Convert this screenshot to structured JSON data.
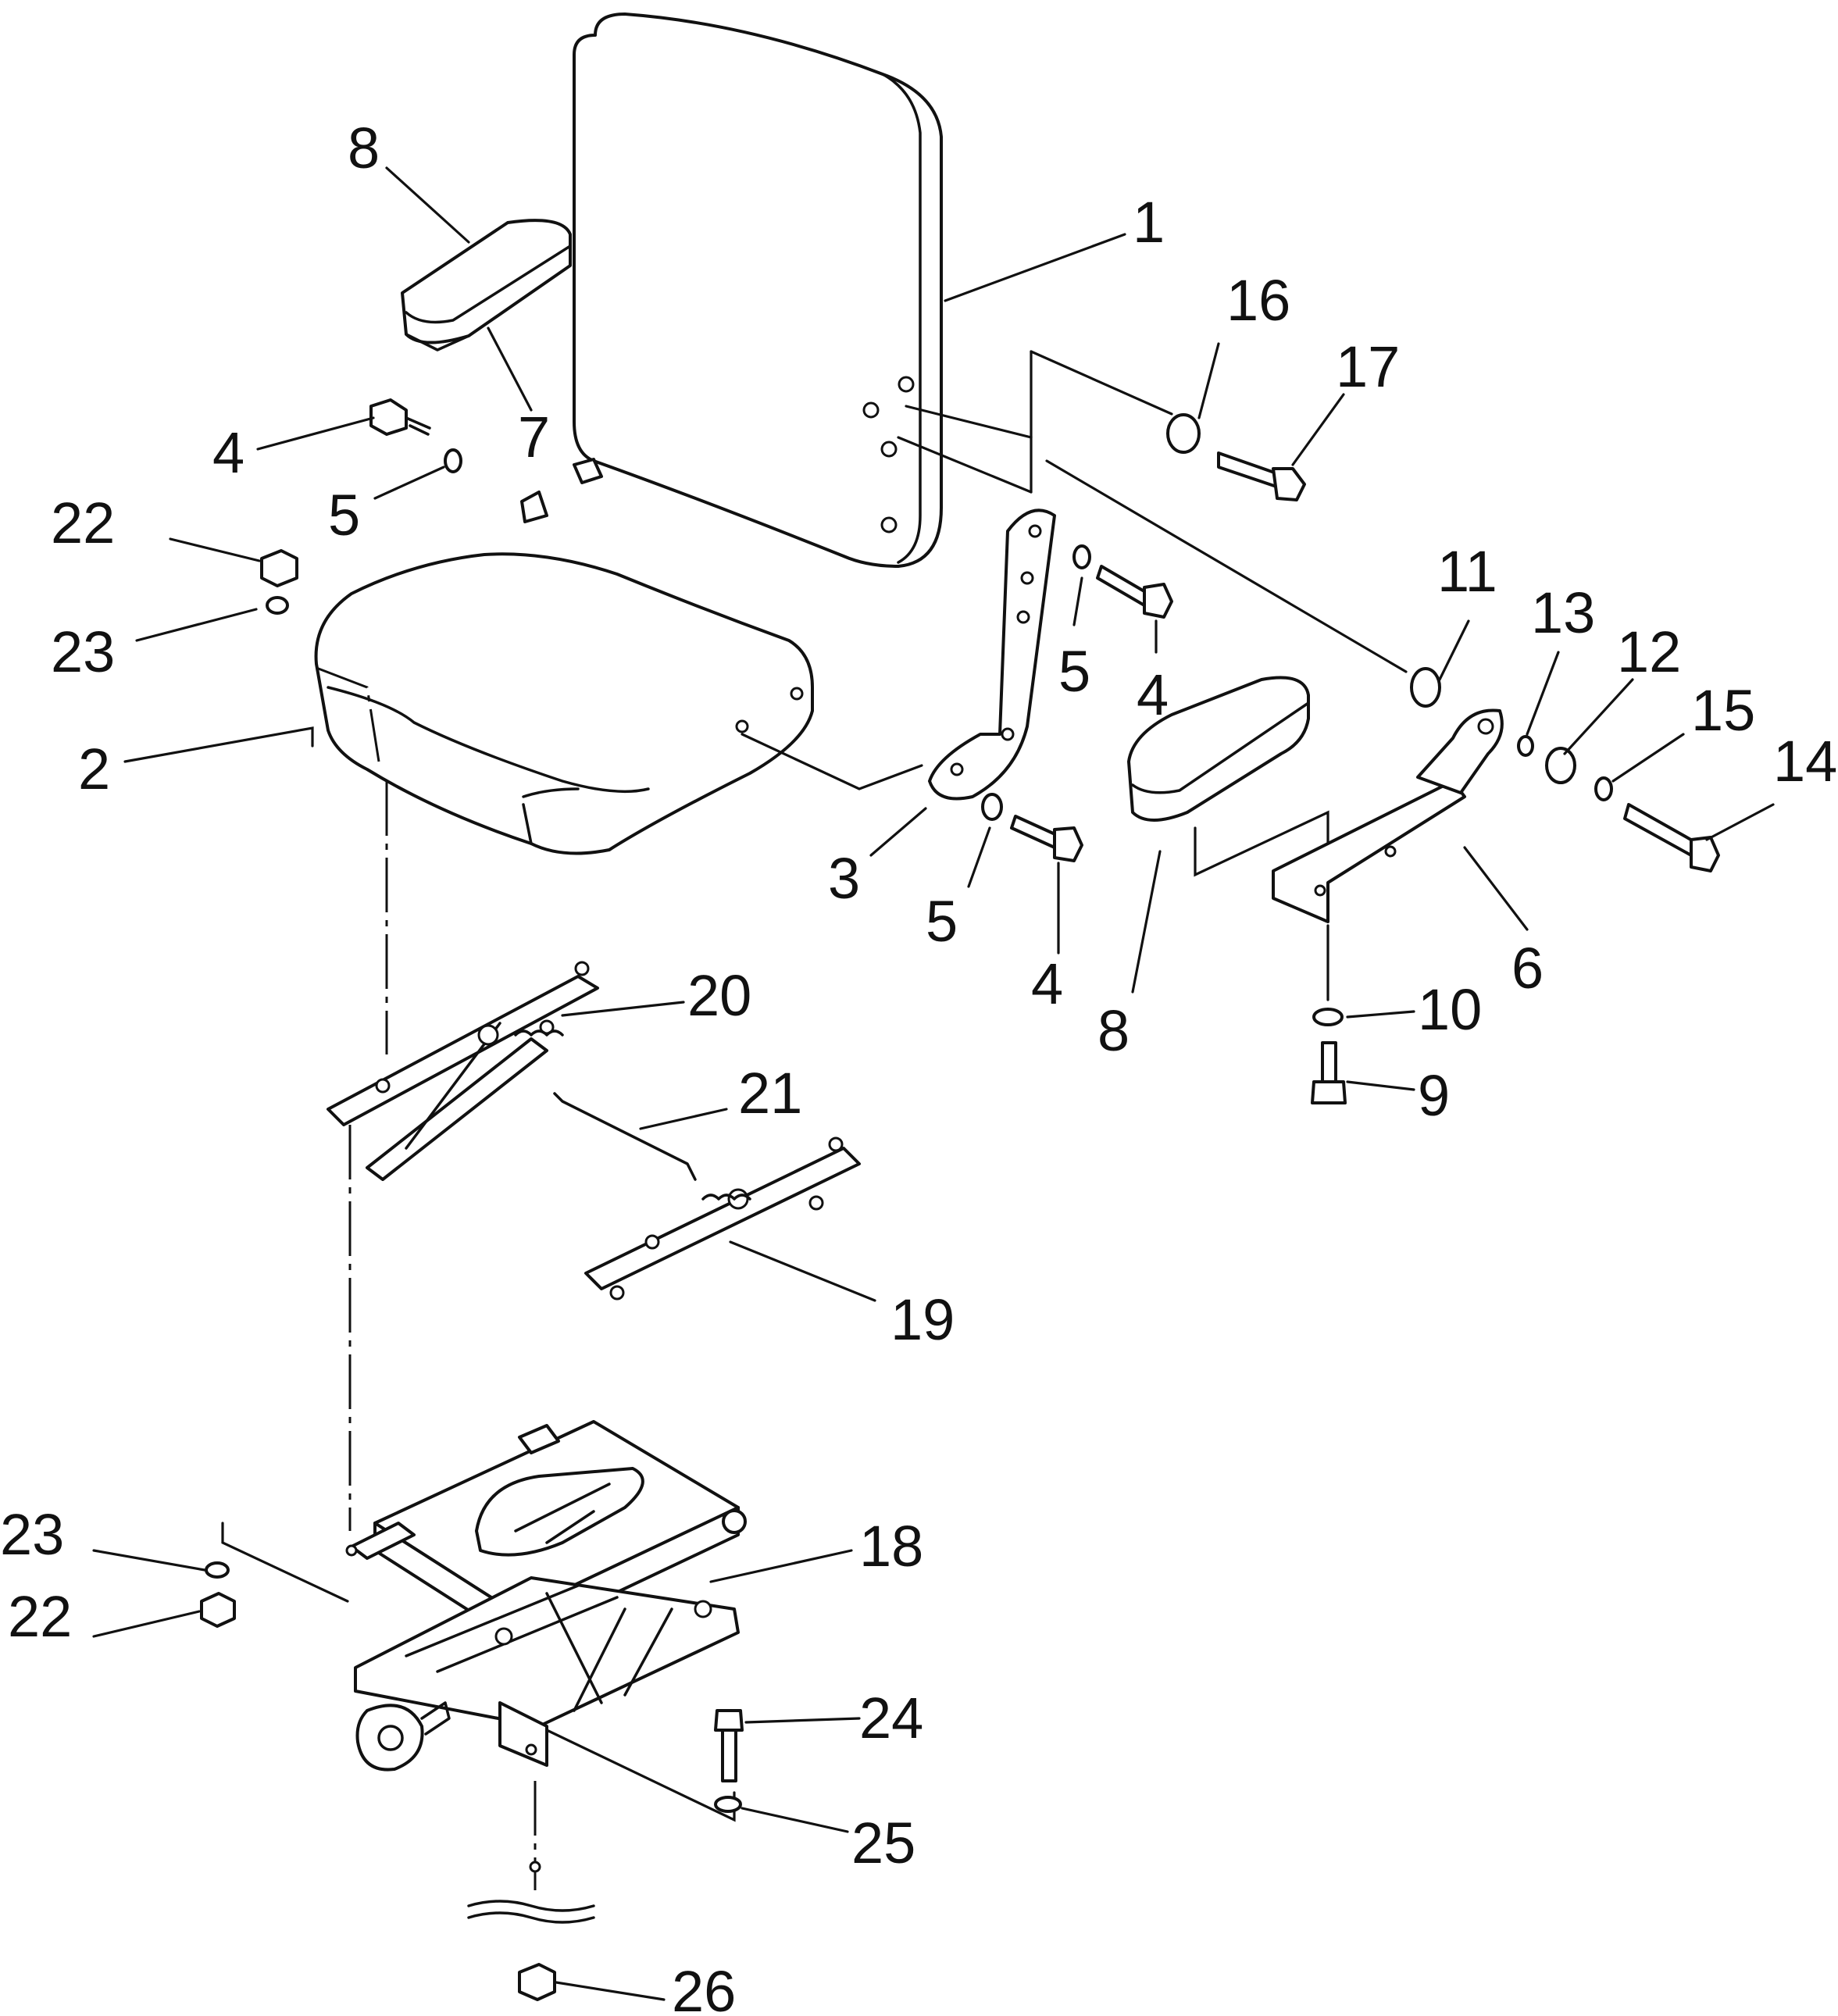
{
  "callouts": [
    {
      "id": "c1",
      "text": "1"
    },
    {
      "id": "c2",
      "text": "2"
    },
    {
      "id": "c3",
      "text": "3"
    },
    {
      "id": "c4a",
      "text": "4"
    },
    {
      "id": "c4b",
      "text": "4"
    },
    {
      "id": "c4c",
      "text": "4"
    },
    {
      "id": "c5a",
      "text": "5"
    },
    {
      "id": "c5b",
      "text": "5"
    },
    {
      "id": "c5c",
      "text": "5"
    },
    {
      "id": "c6",
      "text": "6"
    },
    {
      "id": "c7",
      "text": "7"
    },
    {
      "id": "c8a",
      "text": "8"
    },
    {
      "id": "c8b",
      "text": "8"
    },
    {
      "id": "c9",
      "text": "9"
    },
    {
      "id": "c10",
      "text": "10"
    },
    {
      "id": "c11",
      "text": "11"
    },
    {
      "id": "c12",
      "text": "12"
    },
    {
      "id": "c13",
      "text": "13"
    },
    {
      "id": "c14",
      "text": "14"
    },
    {
      "id": "c15",
      "text": "15"
    },
    {
      "id": "c16",
      "text": "16"
    },
    {
      "id": "c17",
      "text": "17"
    },
    {
      "id": "c18",
      "text": "18"
    },
    {
      "id": "c19",
      "text": "19"
    },
    {
      "id": "c20",
      "text": "20"
    },
    {
      "id": "c21",
      "text": "21"
    },
    {
      "id": "c22a",
      "text": "22"
    },
    {
      "id": "c22b",
      "text": "22"
    },
    {
      "id": "c23a",
      "text": "23"
    },
    {
      "id": "c23b",
      "text": "23"
    },
    {
      "id": "c24",
      "text": "24"
    },
    {
      "id": "c25",
      "text": "25"
    },
    {
      "id": "c26",
      "text": "26"
    }
  ]
}
